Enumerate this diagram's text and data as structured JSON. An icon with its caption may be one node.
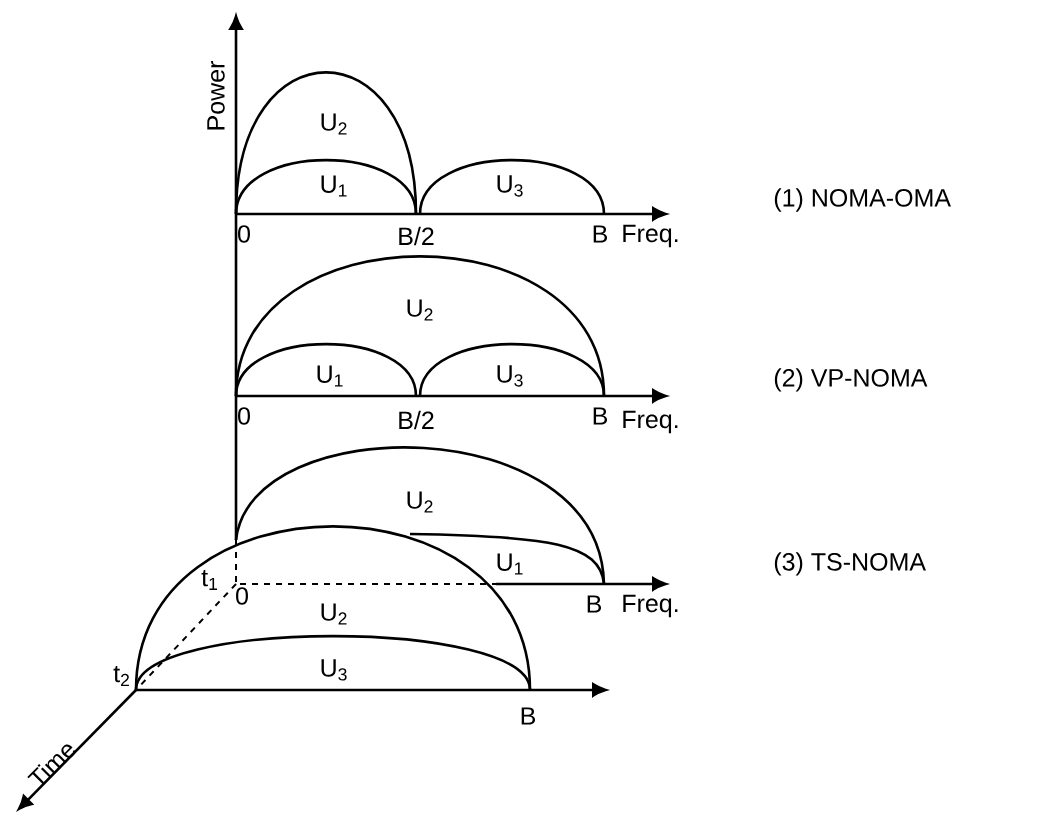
{
  "diagram": {
    "labels": [
      "Power",
      "U$_{2}$",
      "U$_{1}$",
      "U$_{3}$",
      "0",
      "B/2",
      "B",
      "Freq.",
      "(1) NOMA-OMA",
      "U$_{2}$",
      "U$_{1}$",
      "U$_{3}$",
      "0",
      "B/2",
      "B",
      "Freq.",
      "(2) VP-NOMA",
      "U$_{2}$",
      "U$_{1}$",
      "(3) TS-NOMA",
      "t$_{1}$",
      "0",
      "U$_{2}$",
      "B",
      "Freq.",
      "t$_{2}$",
      "U$_{3}$",
      "B",
      "Time"
    ]
  }
}
